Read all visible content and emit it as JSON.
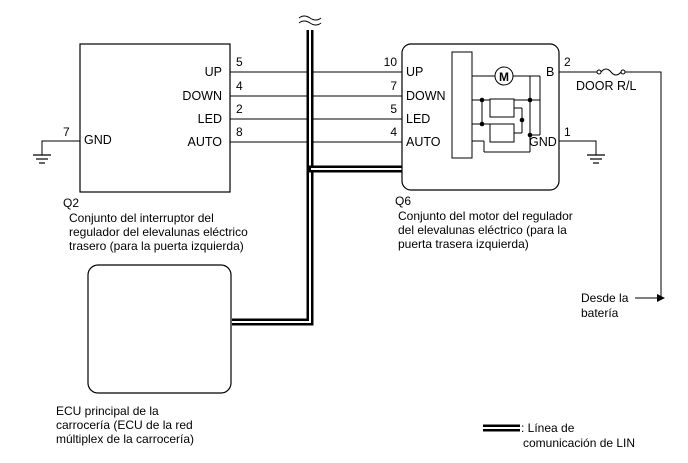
{
  "q2": {
    "code": "Q2",
    "desc": [
      "Conjunto del interruptor del",
      "regulador del elevalunas eléctrico",
      "trasero (para la puerta izquierda)"
    ],
    "pins": {
      "up": {
        "num": "5",
        "label": "UP"
      },
      "down": {
        "num": "4",
        "label": "DOWN"
      },
      "led": {
        "num": "2",
        "label": "LED"
      },
      "auto": {
        "num": "8",
        "label": "AUTO"
      },
      "gnd": {
        "num": "7",
        "label": "GND"
      }
    }
  },
  "q6": {
    "code": "Q6",
    "desc": [
      "Conjunto del motor del regulador",
      "del elevalunas eléctrico (para la",
      "puerta trasera izquierda)"
    ],
    "motor_symbol": "M",
    "pins": {
      "up": {
        "num": "10",
        "label": "UP"
      },
      "down": {
        "num": "7",
        "label": "DOWN"
      },
      "led": {
        "num": "5",
        "label": "LED"
      },
      "auto": {
        "num": "4",
        "label": "AUTO"
      },
      "b": {
        "num": "2",
        "label": "B"
      },
      "gnd": {
        "num": "1",
        "label": "GND"
      }
    }
  },
  "fuse": {
    "label": "DOOR R/L"
  },
  "battery": {
    "label": [
      "Desde la",
      "batería"
    ]
  },
  "ecu": {
    "desc": [
      "ECU principal de la",
      "carrocería (ECU de la red",
      "múltiplex de la carrocería)"
    ]
  },
  "legend": {
    "label": [
      ": Línea de",
      "comunicación de LIN"
    ]
  }
}
